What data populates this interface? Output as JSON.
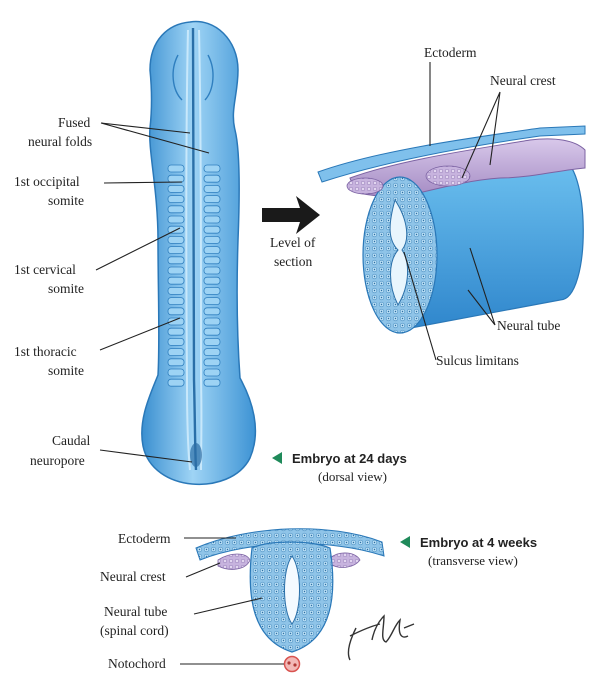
{
  "embryo_24d": {
    "labels": {
      "fused_folds_1": "Fused",
      "fused_folds_2": "neural folds",
      "occipital_1": "1st occipital",
      "occipital_2": "somite",
      "cervical_1": "1st cervical",
      "cervical_2": "somite",
      "thoracic_1": "1st thoracic",
      "thoracic_2": "somite",
      "caudal_1": "Caudal",
      "caudal_2": "neuropore"
    },
    "caption_title": "Embryo at 24 days",
    "caption_sub": "(dorsal view)"
  },
  "arrow_label": {
    "line1": "Level of",
    "line2": "section"
  },
  "section_3d": {
    "labels": {
      "ectoderm": "Ectoderm",
      "neural_crest": "Neural crest",
      "neural_tube": "Neural tube",
      "sulcus": "Sulcus limitans"
    }
  },
  "embryo_4wk": {
    "labels": {
      "ectoderm": "Ectoderm",
      "neural_crest": "Neural crest",
      "neural_tube_1": "Neural tube",
      "neural_tube_2": "(spinal cord)",
      "notochord": "Notochord"
    },
    "caption_title": "Embryo at 4 weeks",
    "caption_sub": "(transverse view)"
  },
  "colors": {
    "caption_pointer": "#1f8a5a",
    "embryo_blue": "#5fb0e6",
    "crest_lilac": "#b79fd0",
    "notochord_red": "#d9534f"
  }
}
